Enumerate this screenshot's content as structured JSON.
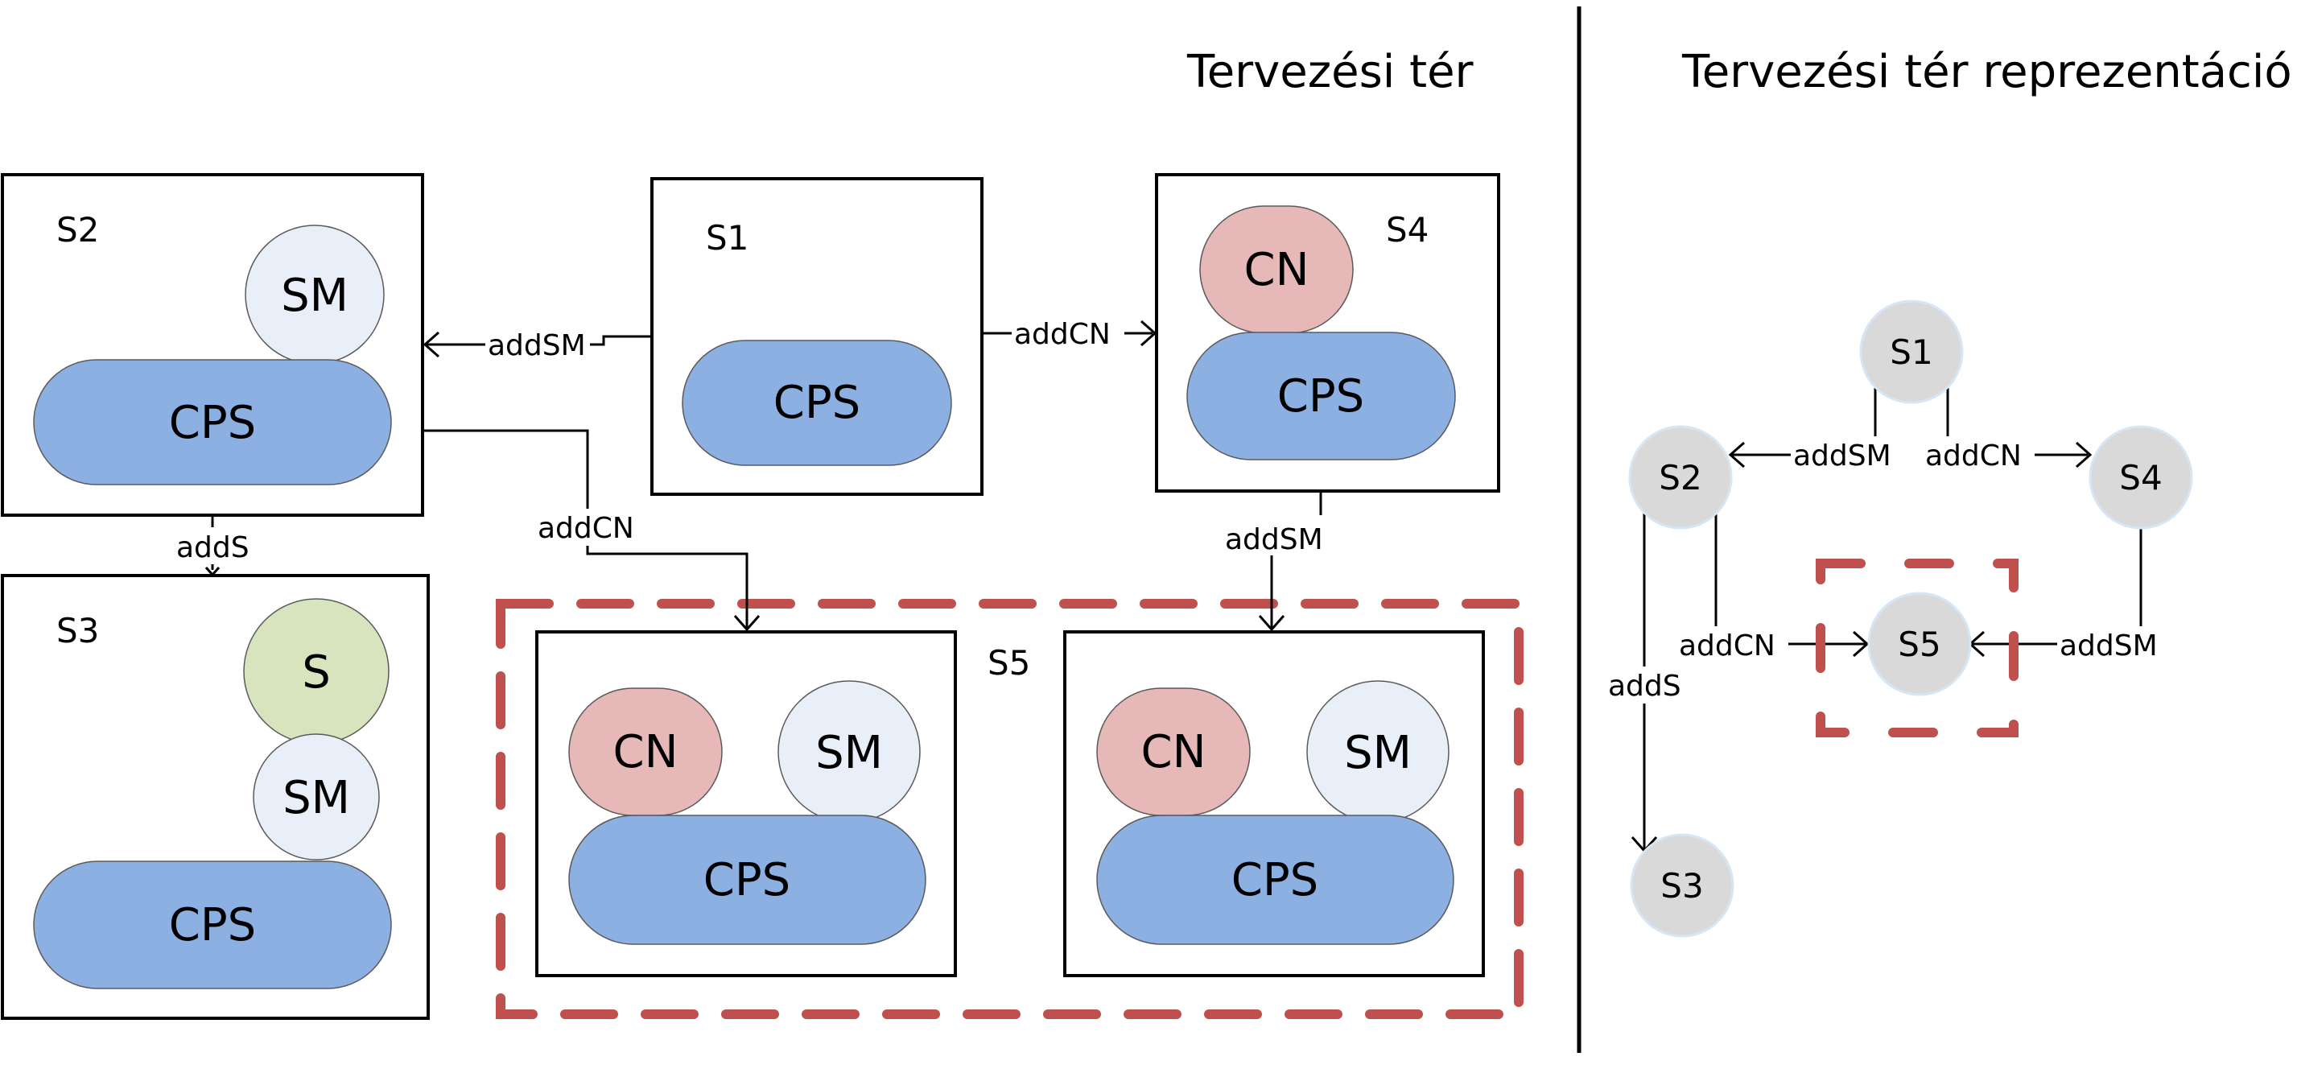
{
  "headings": {
    "design_space": "Tervezési tér",
    "design_space_representation": "Tervezési tér reprezentáció"
  },
  "states": {
    "s1": "S1",
    "s2": "S2",
    "s3": "S3",
    "s4": "S4",
    "s5": "S5"
  },
  "components": {
    "cps": "CPS",
    "cn": "CN",
    "sm": "SM",
    "s": "S"
  },
  "edges": {
    "add_sm": "addSM",
    "add_cn": "addCN",
    "add_s": "addS"
  },
  "colors": {
    "cps": "#8db0e3",
    "cn": "#e6b8b7",
    "sm": "#e9eff8",
    "s": "#d7e4bd",
    "node": "#d9d9d9",
    "highlight": "#c0504d"
  }
}
